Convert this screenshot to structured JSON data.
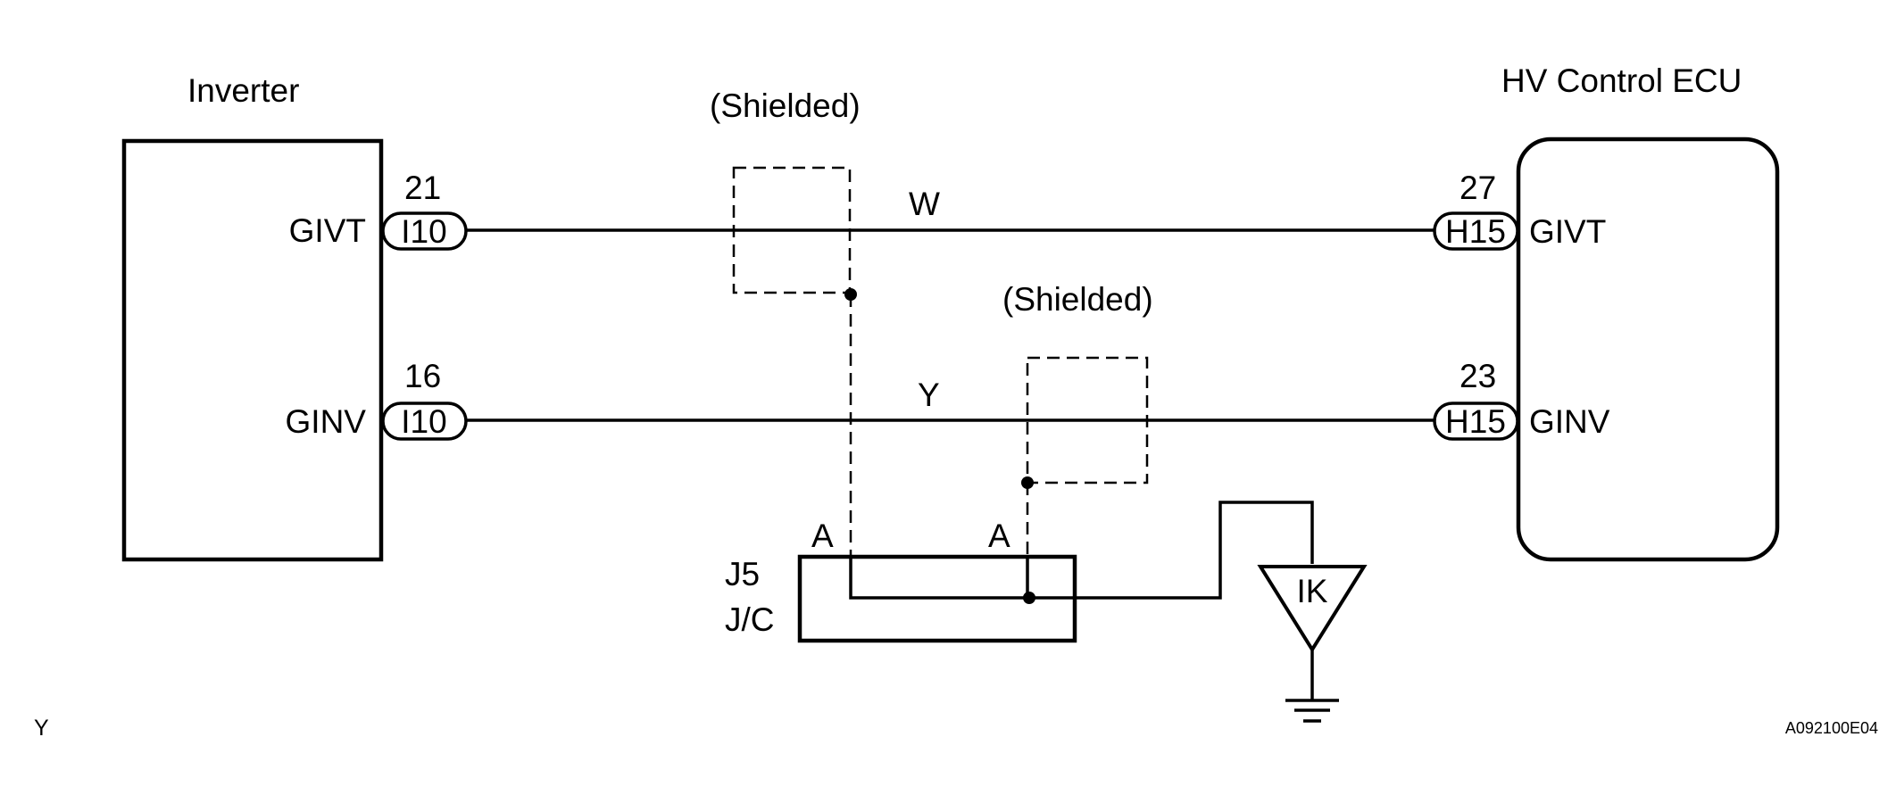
{
  "components": {
    "inverter": {
      "title": "Inverter"
    },
    "hv_ecu": {
      "title": "HV Control ECU"
    },
    "junction": {
      "name": "J5",
      "type": "J/C"
    },
    "ground_point": {
      "label": "IK"
    }
  },
  "signals": [
    {
      "left_name": "GIVT",
      "left_pin": "21",
      "left_connector": "I10",
      "wire_color": "W",
      "right_name": "GIVT",
      "right_pin": "27",
      "right_connector": "H15"
    },
    {
      "left_name": "GINV",
      "left_pin": "16",
      "left_connector": "I10",
      "wire_color": "Y",
      "right_name": "GINV",
      "right_pin": "23",
      "right_connector": "H15"
    }
  ],
  "shields": [
    {
      "label": "(Shielded)",
      "junction_terminal": "A"
    },
    {
      "label": "(Shielded)",
      "junction_terminal": "A"
    }
  ],
  "footer": {
    "left": "Y",
    "right": "A092100E04"
  }
}
